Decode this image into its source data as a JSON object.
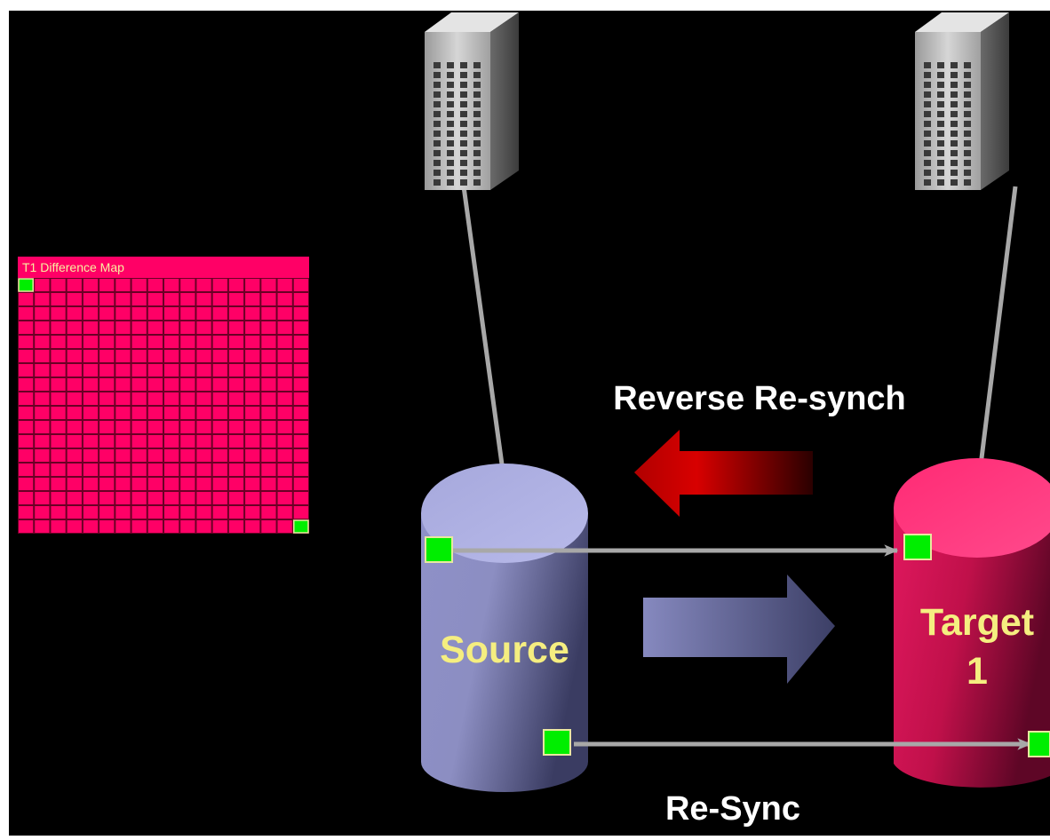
{
  "diffmap": {
    "title": "T1 Difference Map",
    "rows": 18,
    "cols": 18,
    "marked_cells": [
      [
        0,
        0
      ],
      [
        17,
        17
      ]
    ]
  },
  "labels": {
    "reverse": "Reverse Re-synch",
    "resync": "Re-Sync",
    "source": "Source",
    "target_line1": "Target",
    "target_line2": "1"
  },
  "colors": {
    "background": "#000000",
    "map": "#ff0066",
    "map_grid": "#6a0025",
    "block": "#00ee00",
    "label": "#f5ee80",
    "caption": "#ffffff",
    "source_cyl": "#8e90c8",
    "target_cyl": "#e0185e",
    "arrow_reverse": "#d00000",
    "arrow_forward": "#6a6e9e",
    "line": "#a8a8a8"
  },
  "icons": [
    "source-server-icon",
    "target-server-icon"
  ]
}
